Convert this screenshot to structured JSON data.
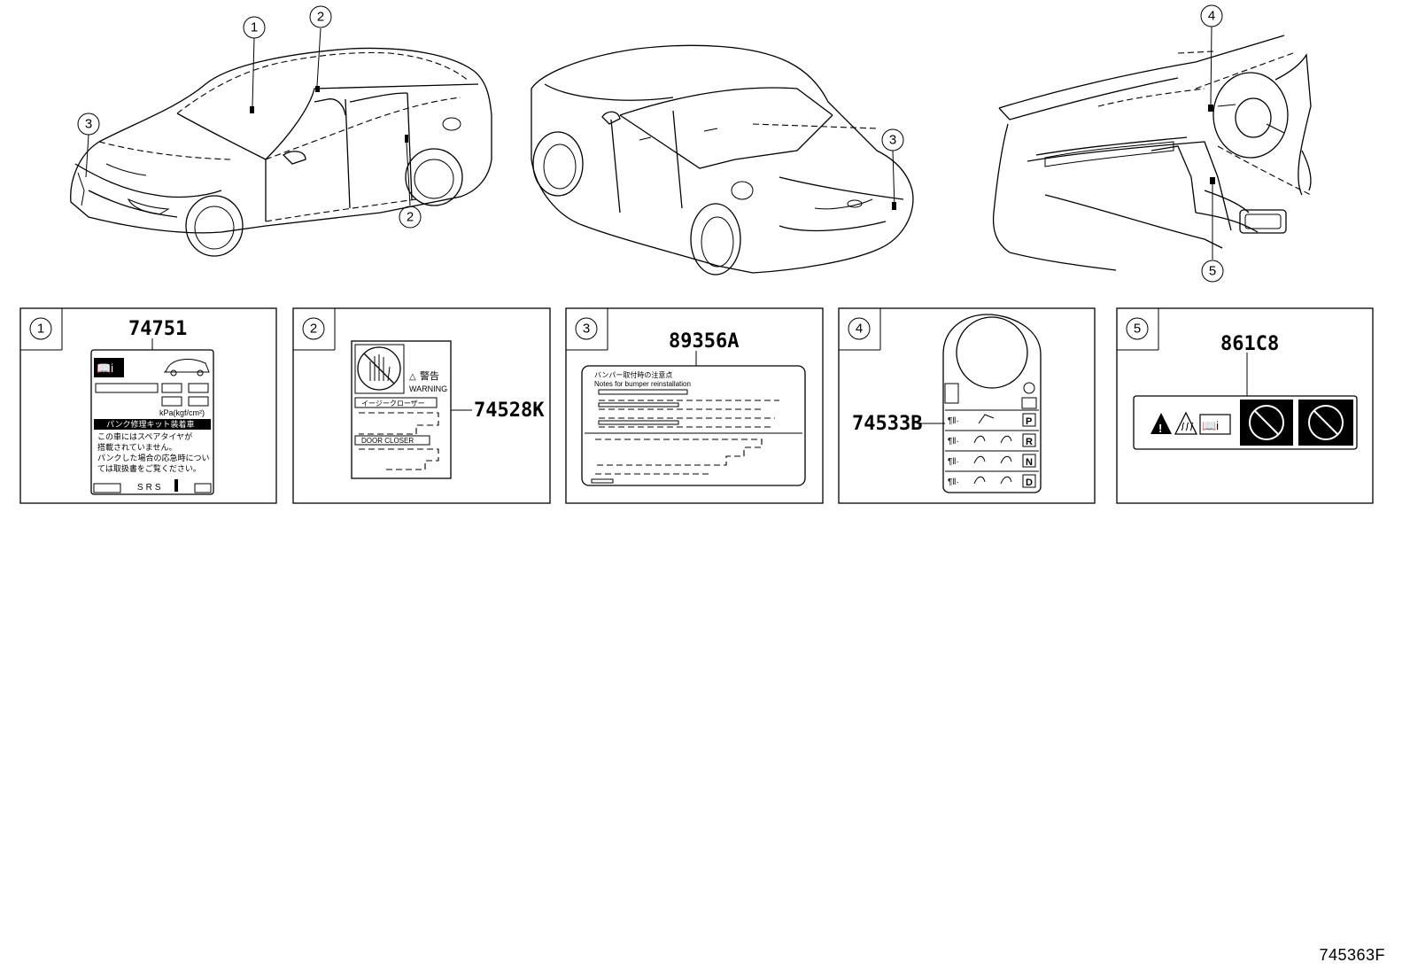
{
  "callouts": {
    "c1": "1",
    "c2": "2",
    "c3": "3",
    "c4": "4",
    "c5": "5"
  },
  "panels": [
    {
      "index": "1",
      "part_number": "74751"
    },
    {
      "index": "2",
      "part_number": "74528K"
    },
    {
      "index": "3",
      "part_number": "89356A"
    },
    {
      "index": "4",
      "part_number": "74533B"
    },
    {
      "index": "5",
      "part_number": "861C8"
    }
  ],
  "label_74751": {
    "pressure_unit": "kPa(kgf/cm²)",
    "kit_title": "パンク修理キット装着車",
    "line1": "この車にはスペアタイヤが",
    "line2": "搭載されていません。",
    "line3": "パンクした場合の応急時につい",
    "line4": "ては取扱書をご覧ください。",
    "srs": "SRS"
  },
  "label_74528K": {
    "warning_jp": "警告",
    "warning_en": "WARNING",
    "easy_closer": "イージークローザー",
    "door_closer": "DOOR CLOSER"
  },
  "label_89356A": {
    "line1": "バンパー取付時の注意点",
    "line2": "Notes for bumper reinstallation"
  },
  "label_74533B": {
    "gears": [
      "P",
      "R",
      "N",
      "D"
    ]
  },
  "diagram_id": "745363F"
}
